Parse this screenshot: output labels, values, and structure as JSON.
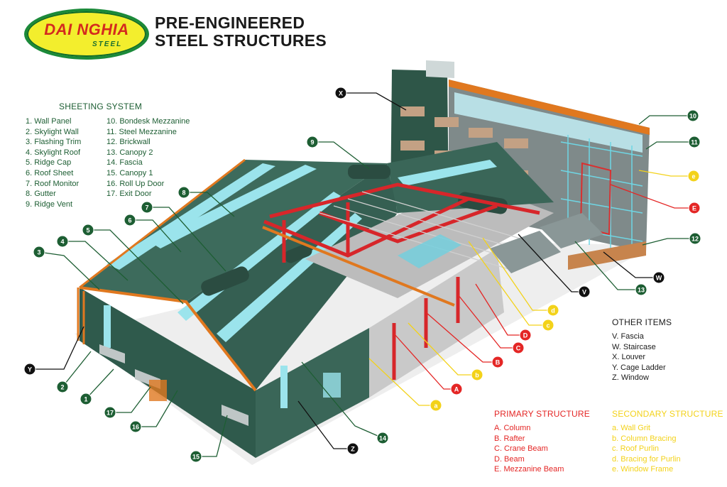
{
  "logo": {
    "brand": "DAI NGHIA",
    "sub": "STEEL"
  },
  "heading": {
    "line1": "PRE-ENGINEERED",
    "line2": "STEEL STRUCTURES"
  },
  "sheeting": {
    "title": "SHEETING SYSTEM",
    "col1": [
      "1. Wall Panel",
      "2. Skylight Wall",
      "3. Flashing Trim",
      "4. Skylight Roof",
      "5. Ridge Cap",
      "6. Roof Sheet",
      "7. Roof Monitor",
      "8. Gutter",
      "9. Ridge Vent"
    ],
    "col2": [
      "10. Bondesk Mezzanine",
      "11. Steel Mezzanine",
      "12. Brickwall",
      "13. Canopy 2",
      "14. Fascia",
      "15. Canopy 1",
      "16. Roll Up Door",
      "17. Exit Door"
    ]
  },
  "other": {
    "title": "OTHER ITEMS",
    "items": [
      "V. Fascia",
      "W. Staircase",
      "X. Louver",
      "Y. Cage Ladder",
      "Z. Window"
    ]
  },
  "primary": {
    "title": "PRIMARY STRUCTURE",
    "items": [
      "A. Column",
      "B. Rafter",
      "C. Crane Beam",
      "D. Beam",
      "E. Mezzanine Beam"
    ]
  },
  "secondary": {
    "title": "SECONDARY STRUCTURE",
    "items": [
      "a. Wall Grit",
      "b. Column Bracing",
      "c. Roof Purlin",
      "d. Bracing for Purlin",
      "e. Window Frame"
    ]
  },
  "colors": {
    "sheeting": "#1d5e33",
    "primary": "#e42625",
    "secondary": "#f3d21a",
    "other": "#111111",
    "roof": "#2f5a4c",
    "skylight": "#8fe0e8",
    "trim": "#e0781f"
  },
  "callouts": [
    {
      "label": "1",
      "group": "sheeting"
    },
    {
      "label": "2",
      "group": "sheeting"
    },
    {
      "label": "3",
      "group": "sheeting"
    },
    {
      "label": "4",
      "group": "sheeting"
    },
    {
      "label": "5",
      "group": "sheeting"
    },
    {
      "label": "6",
      "group": "sheeting"
    },
    {
      "label": "7",
      "group": "sheeting"
    },
    {
      "label": "8",
      "group": "sheeting"
    },
    {
      "label": "9",
      "group": "sheeting"
    },
    {
      "label": "10",
      "group": "sheeting"
    },
    {
      "label": "11",
      "group": "sheeting"
    },
    {
      "label": "12",
      "group": "sheeting"
    },
    {
      "label": "13",
      "group": "sheeting"
    },
    {
      "label": "14",
      "group": "sheeting"
    },
    {
      "label": "15",
      "group": "sheeting"
    },
    {
      "label": "16",
      "group": "sheeting"
    },
    {
      "label": "17",
      "group": "sheeting"
    },
    {
      "label": "A",
      "group": "primary"
    },
    {
      "label": "B",
      "group": "primary"
    },
    {
      "label": "C",
      "group": "primary"
    },
    {
      "label": "D",
      "group": "primary"
    },
    {
      "label": "E",
      "group": "primary"
    },
    {
      "label": "a",
      "group": "secondary"
    },
    {
      "label": "b",
      "group": "secondary"
    },
    {
      "label": "c",
      "group": "secondary"
    },
    {
      "label": "d",
      "group": "secondary"
    },
    {
      "label": "e",
      "group": "secondary"
    },
    {
      "label": "V",
      "group": "other"
    },
    {
      "label": "W",
      "group": "other"
    },
    {
      "label": "X",
      "group": "other"
    },
    {
      "label": "Y",
      "group": "other"
    },
    {
      "label": "Z",
      "group": "other"
    }
  ]
}
